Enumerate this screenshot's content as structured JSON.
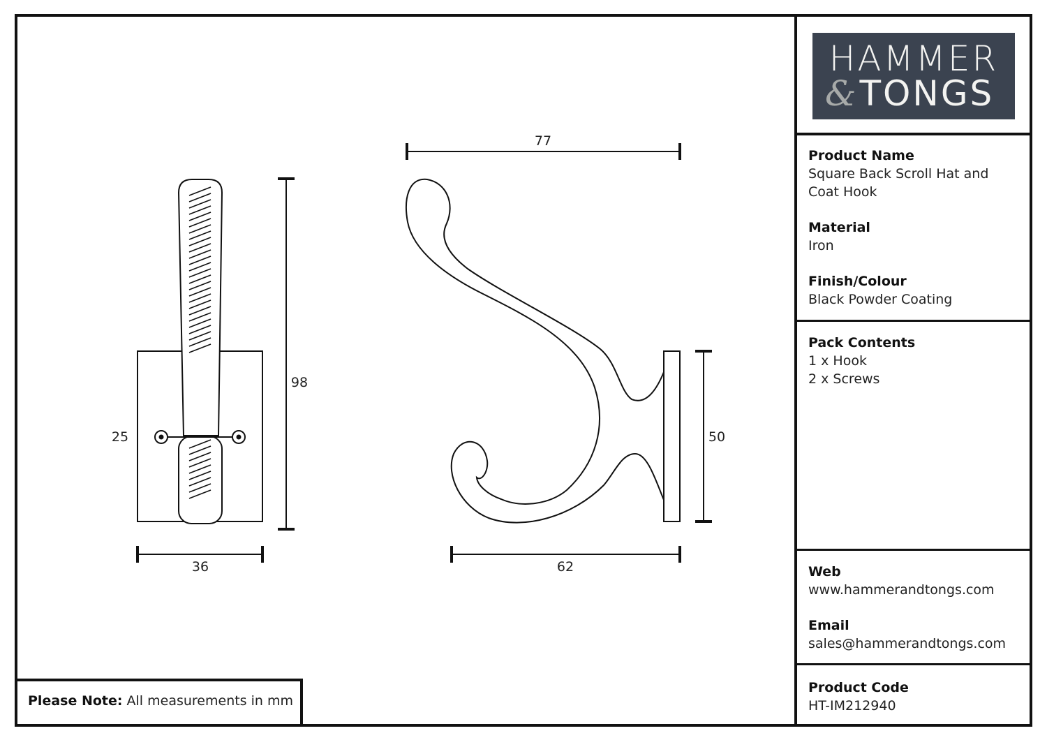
{
  "brand": {
    "logo_line1": "HAMMER",
    "logo_amp": "&",
    "logo_line2": "TONGS",
    "logo_bg": "#3b4350",
    "logo_fg": "#f3f3f1"
  },
  "product": {
    "name_label": "Product Name",
    "name_value": "Square Back Scroll Hat and Coat Hook",
    "material_label": "Material",
    "material_value": "Iron",
    "finish_label": "Finish/Colour",
    "finish_value": "Black Powder Coating"
  },
  "pack": {
    "label": "Pack Contents",
    "items": [
      "1 x Hook",
      "2 x Screws"
    ]
  },
  "contact": {
    "web_label": "Web",
    "web_value": "www.hammerandtongs.com",
    "email_label": "Email",
    "email_value": "sales@hammerandtongs.com"
  },
  "code": {
    "label": "Product Code",
    "value": "HT-IM212940"
  },
  "note": {
    "label": "Please Note:",
    "text": "All measurements in mm"
  },
  "dimensions": {
    "front_width": "36",
    "front_height": "98",
    "screw_spacing": "25",
    "side_width_top": "77",
    "side_width_bottom": "62",
    "backplate_height": "50"
  }
}
